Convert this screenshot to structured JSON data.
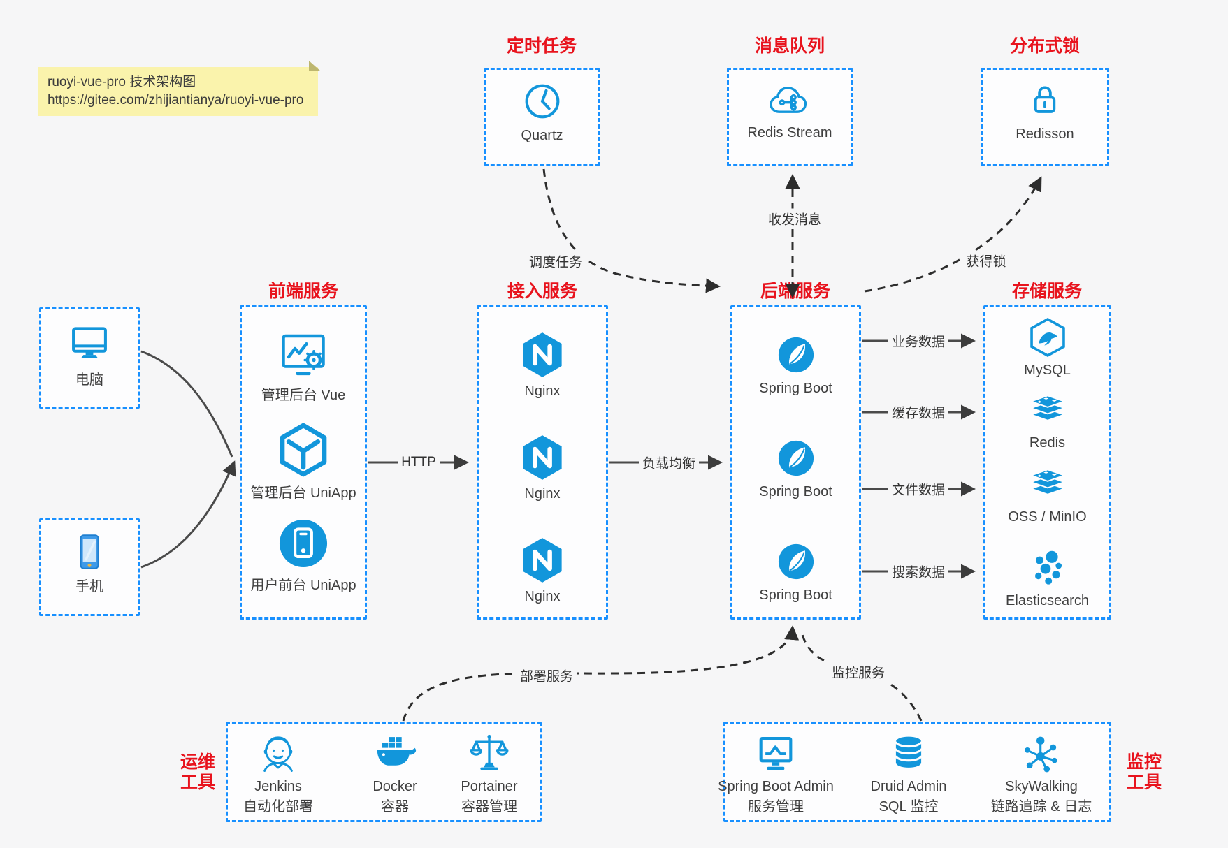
{
  "colors": {
    "accent_blue": "#1890ff",
    "icon_blue": "#1296db",
    "title_red": "#e8131d",
    "canvas_bg": "#f6f6f7",
    "note_bg": "#faf3ac"
  },
  "note": {
    "line1": "ruoyi-vue-pro 技术架构图",
    "line2": "https://gitee.com/zhijiantianya/ruoyi-vue-pro"
  },
  "top_groups": [
    {
      "title": "定时任务",
      "label": "Quartz",
      "icon": "clock-icon"
    },
    {
      "title": "消息队列",
      "label": "Redis Stream",
      "icon": "cloud-stream-icon"
    },
    {
      "title": "分布式锁",
      "label": "Redisson",
      "icon": "lock-icon"
    }
  ],
  "clients": [
    {
      "label": "电脑",
      "icon": "desktop-icon"
    },
    {
      "label": "手机",
      "icon": "mobile-icon"
    }
  ],
  "columns": [
    {
      "title": "前端服务",
      "items": [
        {
          "label": "管理后台 Vue",
          "icon": "admin-vue-icon"
        },
        {
          "label": "管理后台 UniApp",
          "icon": "uniapp-cube-icon"
        },
        {
          "label": "用户前台 UniApp",
          "icon": "phone-circle-icon"
        }
      ]
    },
    {
      "title": "接入服务",
      "items": [
        {
          "label": "Nginx",
          "icon": "nginx-icon"
        },
        {
          "label": "Nginx",
          "icon": "nginx-icon"
        },
        {
          "label": "Nginx",
          "icon": "nginx-icon"
        }
      ]
    },
    {
      "title": "后端服务",
      "items": [
        {
          "label": "Spring Boot",
          "icon": "spring-icon"
        },
        {
          "label": "Spring Boot",
          "icon": "spring-icon"
        },
        {
          "label": "Spring Boot",
          "icon": "spring-icon"
        }
      ]
    },
    {
      "title": "存储服务",
      "items": [
        {
          "label": "MySQL",
          "icon": "mysql-icon"
        },
        {
          "label": "Redis",
          "icon": "redis-icon"
        },
        {
          "label": "OSS / MinIO",
          "icon": "oss-icon"
        },
        {
          "label": "Elasticsearch",
          "icon": "elasticsearch-icon"
        }
      ]
    }
  ],
  "bottom_groups": [
    {
      "side_title_line1": "运维",
      "side_title_line2": "工具",
      "items": [
        {
          "label": "Jenkins",
          "sublabel": "自动化部署",
          "icon": "jenkins-icon"
        },
        {
          "label": "Docker",
          "sublabel": "容器",
          "icon": "docker-icon"
        },
        {
          "label": "Portainer",
          "sublabel": "容器管理",
          "icon": "portainer-icon"
        }
      ]
    },
    {
      "side_title_line1": "监控",
      "side_title_line2": "工具",
      "items": [
        {
          "label": "Spring Boot Admin",
          "sublabel": "服务管理",
          "icon": "monitor-chart-icon"
        },
        {
          "label": "Druid Admin",
          "sublabel": "SQL 监控",
          "icon": "database-icon"
        },
        {
          "label": "SkyWalking",
          "sublabel": "链路追踪 & 日志",
          "icon": "topology-icon"
        }
      ]
    }
  ],
  "edge_labels": {
    "http": "HTTP",
    "load_balance": "负载均衡",
    "business_data": "业务数据",
    "cache_data": "缓存数据",
    "file_data": "文件数据",
    "search_data": "搜索数据",
    "schedule_task": "调度任务",
    "send_receive_message": "收发消息",
    "acquire_lock": "获得锁",
    "deploy_service": "部署服务",
    "monitor_service": "监控服务"
  }
}
